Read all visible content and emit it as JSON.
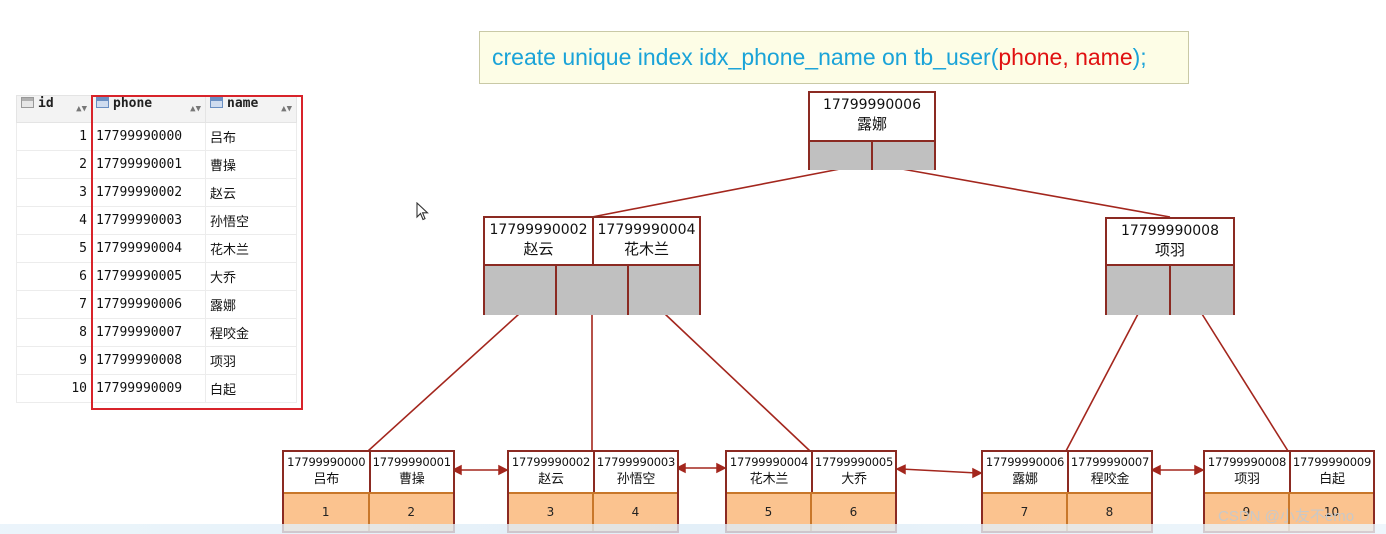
{
  "sql": {
    "prefix": "create unique index idx_phone_name on tb_user(",
    "columns": "phone, name",
    "suffix": ");"
  },
  "table": {
    "headers": {
      "id": "id",
      "phone": "phone",
      "name": "name"
    },
    "rows": [
      {
        "id": "1",
        "phone": "17799990000",
        "name": "吕布"
      },
      {
        "id": "2",
        "phone": "17799990001",
        "name": "曹操"
      },
      {
        "id": "3",
        "phone": "17799990002",
        "name": "赵云"
      },
      {
        "id": "4",
        "phone": "17799990003",
        "name": "孙悟空"
      },
      {
        "id": "5",
        "phone": "17799990004",
        "name": "花木兰"
      },
      {
        "id": "6",
        "phone": "17799990005",
        "name": "大乔"
      },
      {
        "id": "7",
        "phone": "17799990006",
        "name": "露娜"
      },
      {
        "id": "8",
        "phone": "17799990007",
        "name": "程咬金"
      },
      {
        "id": "9",
        "phone": "17799990008",
        "name": "项羽"
      },
      {
        "id": "10",
        "phone": "17799990009",
        "name": "白起"
      }
    ]
  },
  "tree": {
    "root": {
      "keys": [
        {
          "phone": "17799990006",
          "name": "露娜"
        }
      ]
    },
    "inner_left": {
      "keys": [
        {
          "phone": "17799990002",
          "name": "赵云"
        },
        {
          "phone": "17799990004",
          "name": "花木兰"
        }
      ]
    },
    "inner_right": {
      "keys": [
        {
          "phone": "17799990008",
          "name": "项羽"
        }
      ]
    },
    "leaves": [
      {
        "keys": [
          {
            "phone": "17799990000",
            "name": "吕布"
          },
          {
            "phone": "17799990001",
            "name": "曹操"
          }
        ],
        "values": [
          "1",
          "2"
        ]
      },
      {
        "keys": [
          {
            "phone": "17799990002",
            "name": "赵云"
          },
          {
            "phone": "17799990003",
            "name": "孙悟空"
          }
        ],
        "values": [
          "3",
          "4"
        ]
      },
      {
        "keys": [
          {
            "phone": "17799990004",
            "name": "花木兰"
          },
          {
            "phone": "17799990005",
            "name": "大乔"
          }
        ],
        "values": [
          "5",
          "6"
        ]
      },
      {
        "keys": [
          {
            "phone": "17799990006",
            "name": "露娜"
          },
          {
            "phone": "17799990007",
            "name": "程咬金"
          }
        ],
        "values": [
          "7",
          "8"
        ]
      },
      {
        "keys": [
          {
            "phone": "17799990008",
            "name": "项羽"
          },
          {
            "phone": "17799990009",
            "name": "白起"
          }
        ],
        "values": [
          "9",
          "10"
        ]
      }
    ]
  },
  "watermark": "CSDN @小友不emo",
  "colors": {
    "sql_text": "#1aa3d8",
    "sql_columns": "#e01010",
    "node_border": "#8b2a22",
    "pointer_fill": "#c0c0c0",
    "leaf_value_fill": "#fbc38f",
    "highlight": "#d8232a"
  }
}
